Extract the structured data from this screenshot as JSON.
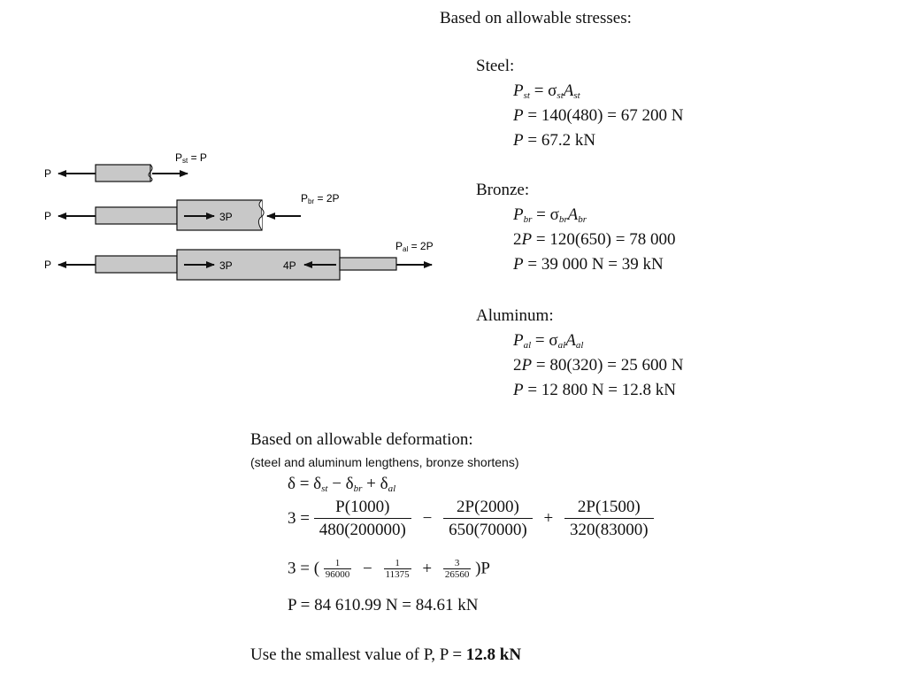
{
  "stresses": {
    "heading": "Based on allowable stresses:",
    "steel": {
      "label": "Steel:",
      "line1": "P_st = σ_st A_st",
      "line2": "P = 140(480) = 67 200 N",
      "line3": "P = 67.2 kN"
    },
    "bronze": {
      "label": "Bronze:",
      "line1": "P_br = σ_br A_br",
      "line2": "2P = 120(650) = 78 000",
      "line3": "P = 39 000 N = 39 kN"
    },
    "aluminum": {
      "label": "Aluminum:",
      "line1": "P_al = σ_al A_al",
      "line2": "2P = 80(320) = 25 600 N",
      "line3": "P = 12 800 N = 12.8 kN"
    }
  },
  "diagram": {
    "row1": {
      "left": "P",
      "right": "Pst = P"
    },
    "row2": {
      "left": "P",
      "inner": "3P",
      "right": "Pbr = 2P"
    },
    "row3": {
      "left": "P",
      "inner1": "3P",
      "inner2": "4P",
      "right": "Pal = 2P"
    }
  },
  "deformation": {
    "heading": "Based on allowable deformation:",
    "note": "(steel and aluminum lengthens, bronze shortens)",
    "eq1": "δ = δst − δbr + δal",
    "eq2": {
      "lhs": "3 =",
      "t1_num": "P(1000)",
      "t1_den": "480(200000)",
      "op1": "−",
      "t2_num": "2P(2000)",
      "t2_den": "650(70000)",
      "op2": "+",
      "t3_num": "2P(1500)",
      "t3_den": "320(83000)"
    },
    "eq3": {
      "lhs": "3 = (",
      "f1_num": "1",
      "f1_den": "96000",
      "op1": "−",
      "f2_num": "1",
      "f2_den": "11375",
      "op2": "+",
      "f3_num": "3",
      "f3_den": "26560",
      "rhs": ")P"
    },
    "eq4": "P = 84 610.99 N = 84.61 kN"
  },
  "conclusion": {
    "text": "Use the smallest value of P, P = ",
    "value": "12.8 kN"
  }
}
